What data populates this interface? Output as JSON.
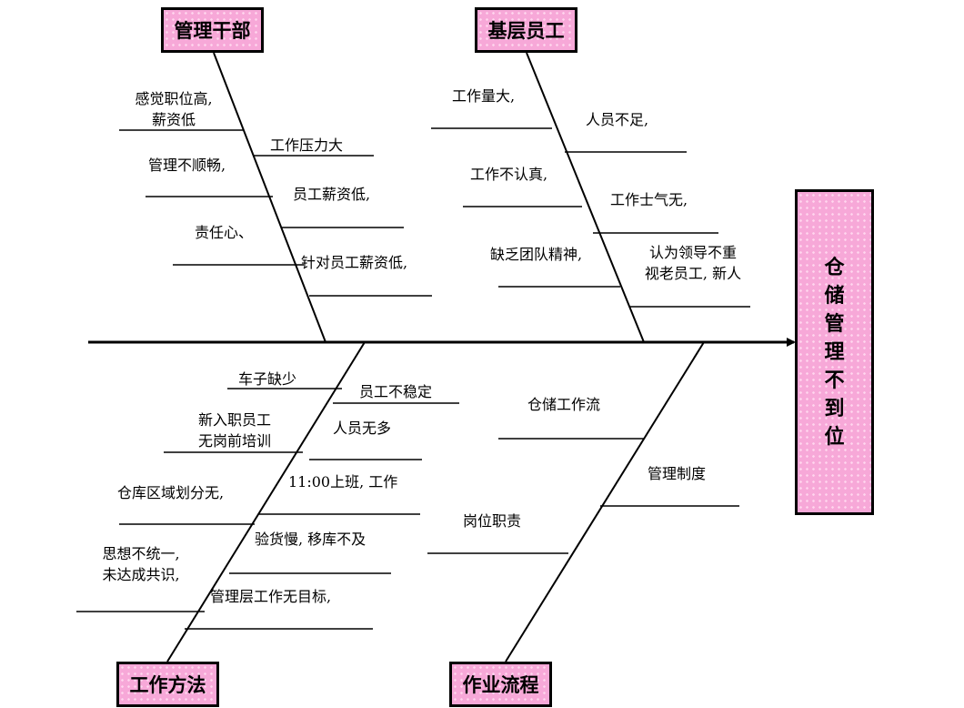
{
  "problem": "仓储管理不到位",
  "categories": {
    "management": "管理干部",
    "staff": "基层员工",
    "method": "工作方法",
    "process": "作业流程"
  },
  "causes": {
    "management": {
      "c1_line1": "感觉职位高,",
      "c1_line2": "薪资低",
      "c2": "工作压力大",
      "c3": "管理不顺畅,",
      "c4": "员工薪资低,",
      "c5": "责任心、",
      "c6": "针对员工薪资低,"
    },
    "staff": {
      "c1": "工作量大,",
      "c2": "人员不足,",
      "c3": "工作不认真,",
      "c4": "工作士气无,",
      "c5": "缺乏团队精神,",
      "c6_line1": "认为领导不重",
      "c6_line2": "视老员工, 新人"
    },
    "method": {
      "c1": "车子缺少",
      "c2": "员工不稳定",
      "c3_line1": "新入职员工",
      "c3_line2": "无岗前培训",
      "c4": "人员无多",
      "c5": "11:00上班, 工作",
      "c6": "仓库区域划分无,",
      "c7": "验货慢, 移库不及",
      "c8_line1": "思想不统一,",
      "c8_line2": "未达成共识,",
      "c9": "管理层工作无目标,"
    },
    "process": {
      "c1": "仓储工作流",
      "c2": "管理制度",
      "c3": "岗位职责"
    }
  }
}
